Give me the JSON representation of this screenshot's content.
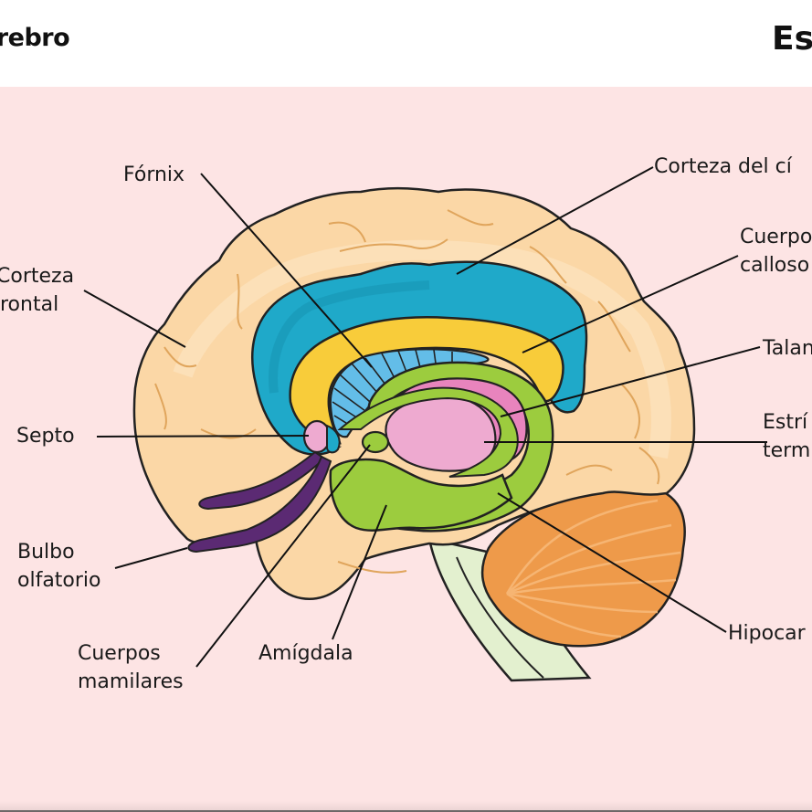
{
  "header": {
    "title_left": "erebro",
    "title_right": "Es"
  },
  "diagram": {
    "colors": {
      "background": "#fde4e4",
      "cortex": "#fbd7a6",
      "cingulate_cortex": "#1fa9c9",
      "corpus_callosum": "#f8cc3a",
      "fornix_fibers": "#63bde8",
      "thalamus": "#e884bd",
      "hippocampus": "#9ccc3e",
      "septum": "#eeaad0",
      "olfactory_bulb": "#5b2a73",
      "cerebellum": "#ee9a4a",
      "brainstem": "#e3f0cf"
    },
    "labels": {
      "fornix": "Fórnix",
      "cingulate_cortex": "Corteza del cí",
      "frontal_cortex_1": "Corteza",
      "frontal_cortex_2": "rontal",
      "corpus_callosum_1": "Cuerpo",
      "corpus_callosum_2": "calloso",
      "thalamus": "Talan",
      "stria_terminalis_1": "Estrí",
      "stria_terminalis_2": "term",
      "septum": "Septo",
      "olfactory_bulb_1": "Bulbo",
      "olfactory_bulb_2": "olfatorio",
      "mammillary_bodies_1": "Cuerpos",
      "mammillary_bodies_2": "mamilares",
      "amygdala": "Amígdala",
      "hippocampus": "Hipocar"
    }
  }
}
